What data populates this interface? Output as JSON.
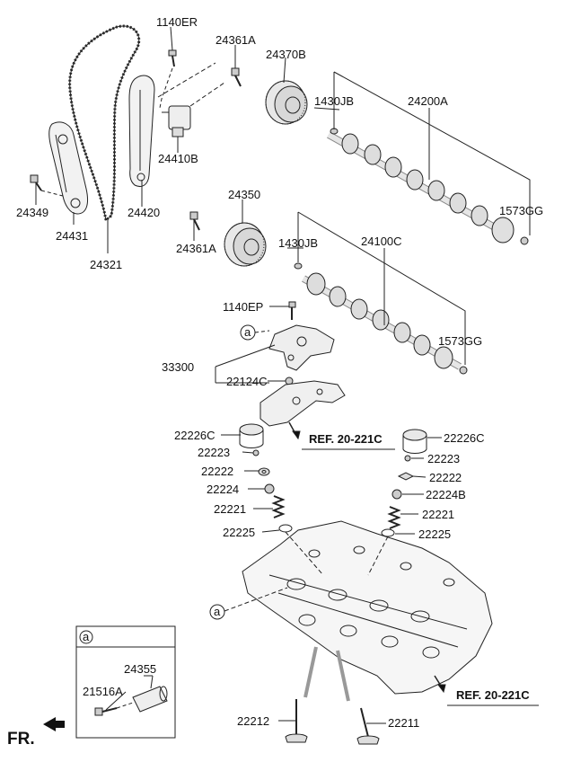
{
  "labels": {
    "p1140ER": "1140ER",
    "p24361A_top": "24361A",
    "p24370B": "24370B",
    "p1430JB_top": "1430JB",
    "p24200A": "24200A",
    "p24410B": "24410B",
    "p24349": "24349",
    "p24431": "24431",
    "p24420": "24420",
    "p24321": "24321",
    "p1573GG_top": "1573GG",
    "p24350": "24350",
    "p24361A_mid": "24361A",
    "p1430JB_mid": "1430JB",
    "p24100C": "24100C",
    "p1140EP": "1140EP",
    "pa_callout": "a",
    "p1573GG_mid": "1573GG",
    "p33300": "33300",
    "p22124C": "22124C",
    "p22226C_left": "22226C",
    "ref_label_1": "REF. 20-221C",
    "p22226C_right": "22226C",
    "p22223_left": "22223",
    "p22223_right": "22223",
    "p22222_left": "22222",
    "p22222_right": "22222",
    "p22224": "22224",
    "p22224B": "22224B",
    "p22221_left": "22221",
    "p22221_right": "22221",
    "p22225_left": "22225",
    "p22225_right": "22225",
    "pa_head": "a",
    "inset_tag": "a",
    "p24355": "24355",
    "p21516A": "21516A",
    "ref_label_2": "REF. 20-221C",
    "p22212": "22212",
    "p22211": "22211",
    "fr_label": "FR."
  }
}
